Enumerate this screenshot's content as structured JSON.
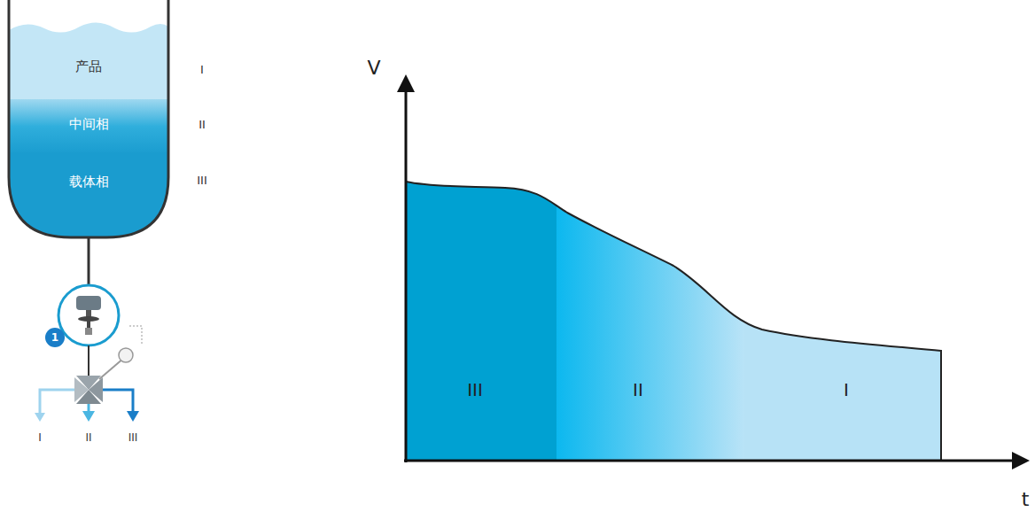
{
  "diagram": {
    "nodes": [
      {
        "text": [
          "产品"
        ]
      },
      {
        "text": [
          "中间相"
        ]
      },
      {
        "text": [
          "载体相"
        ]
      }
    ],
    "labels": [
      "I",
      "II",
      "III",
      "1",
      "I",
      "II",
      "III",
      "V",
      "t",
      "III",
      "II",
      "I"
    ]
  }
}
